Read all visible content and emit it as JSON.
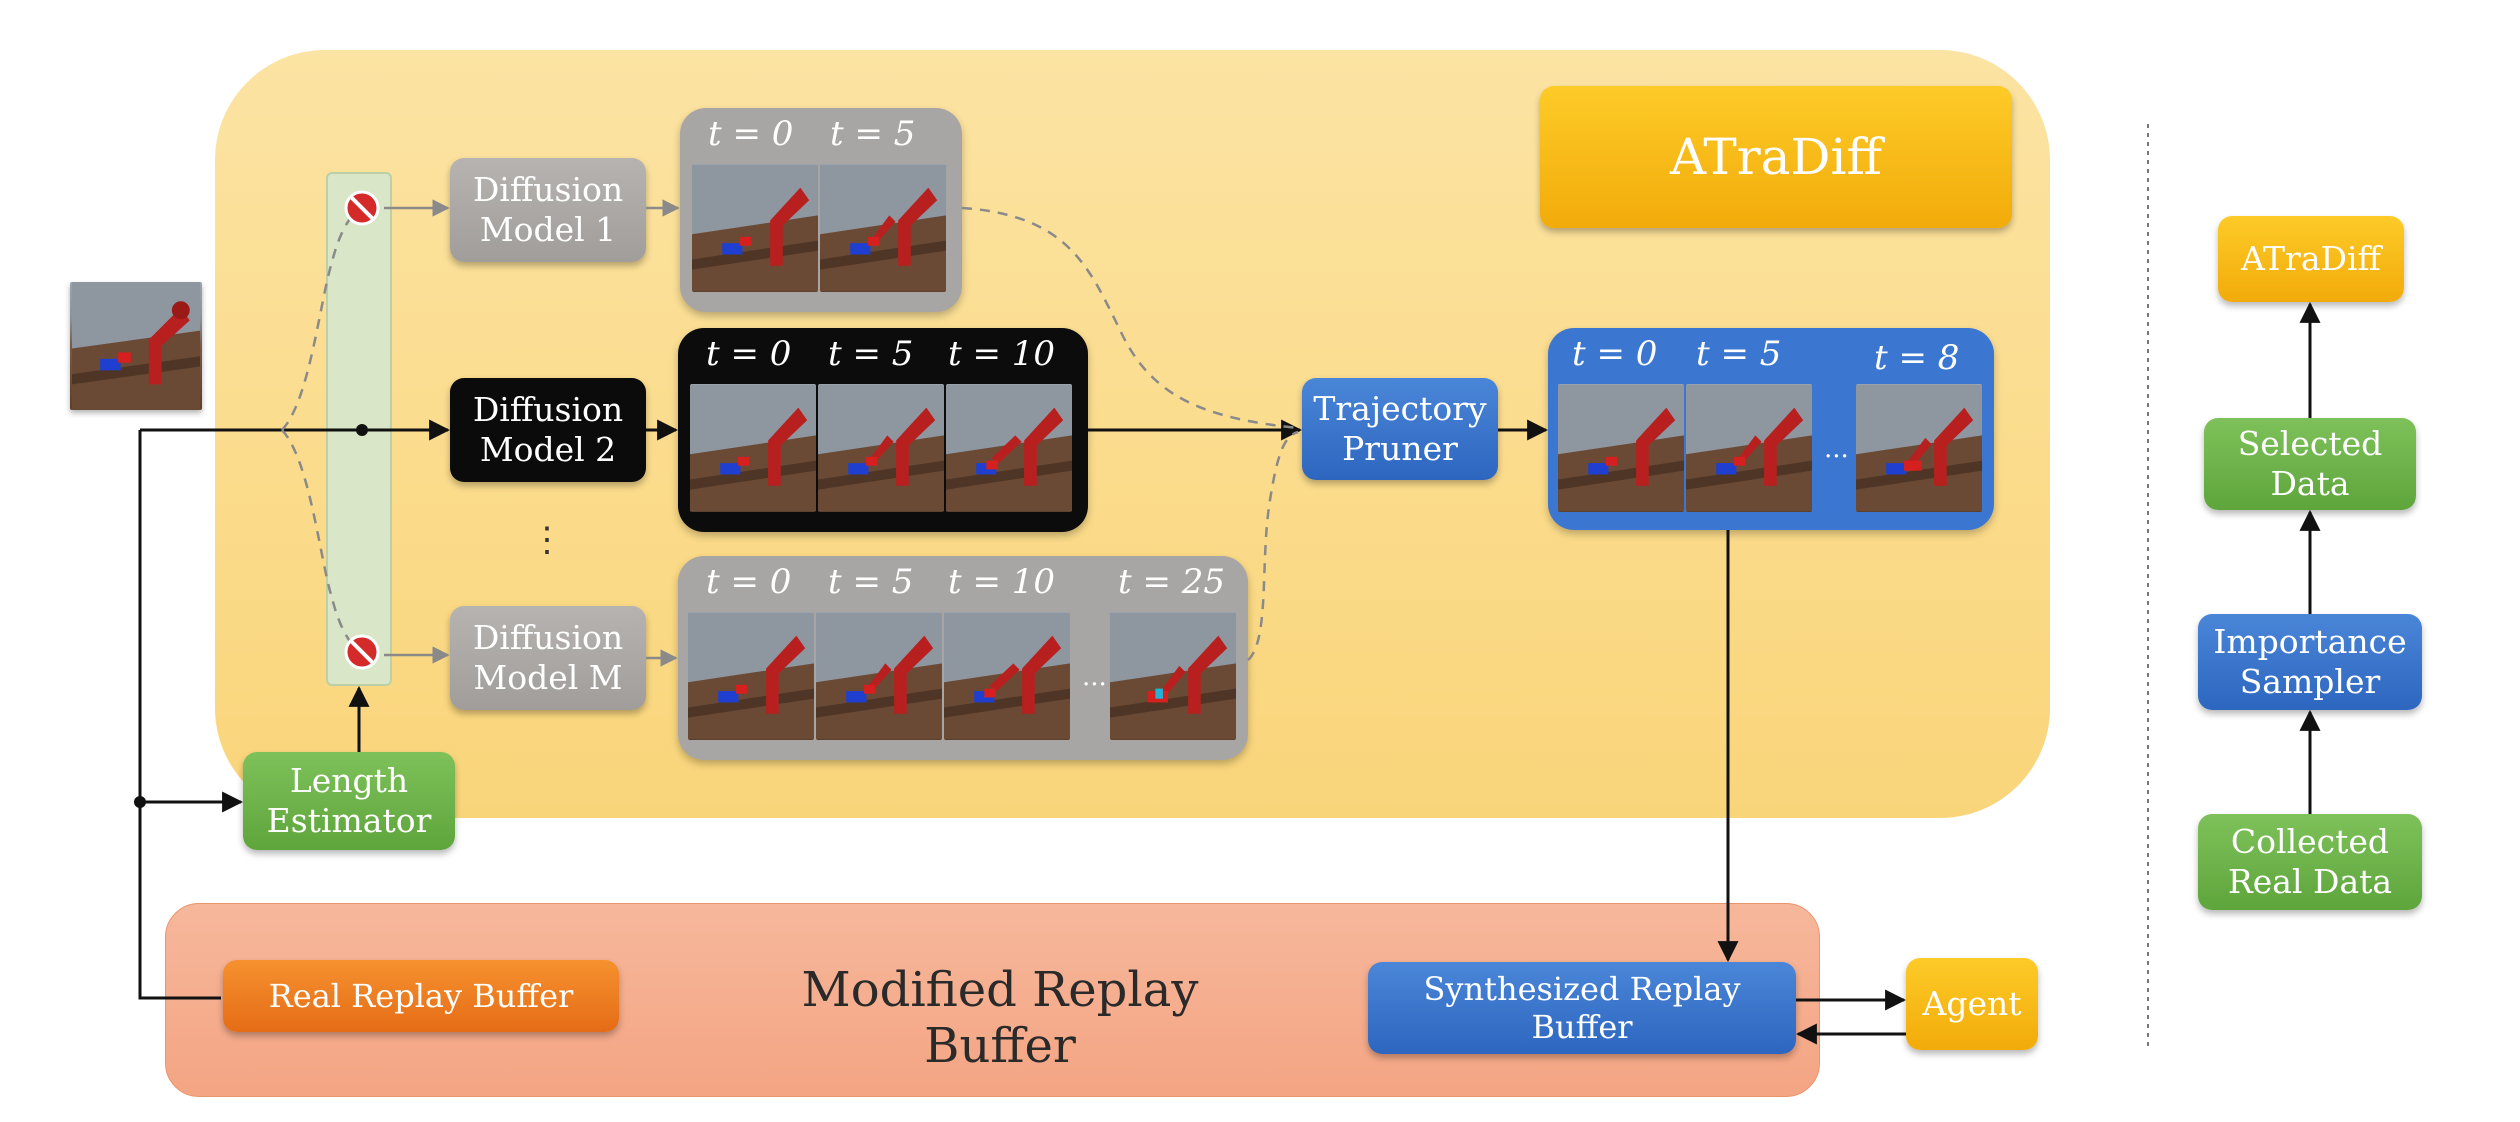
{
  "main_title": "ATraDiff",
  "models": [
    {
      "label": "Diffusion\nModel 1",
      "blocked": true
    },
    {
      "label": "Diffusion\nModel 2",
      "blocked": false
    },
    {
      "label": "Diffusion\nModel M",
      "blocked": true
    }
  ],
  "model_ellipsis": "⋮",
  "length_estimator": "Length\nEstimator",
  "trajectory_pruner": "Trajectory\nPruner",
  "trajectories": [
    {
      "times": [
        "t = 0",
        "t = 5"
      ]
    },
    {
      "times": [
        "t = 0",
        "t = 5",
        "t = 10"
      ]
    },
    {
      "times": [
        "t = 0",
        "t = 5",
        "t = 10",
        "t = 25"
      ],
      "ellipsis": "..."
    }
  ],
  "selected_trajectory": {
    "times": [
      "t = 0",
      "t = 5",
      "t = 8"
    ],
    "ellipsis": "..."
  },
  "replay": {
    "title": "Modified Replay Buffer",
    "real": "Real Replay Buffer",
    "synthesized": "Synthesized Replay\nBuffer",
    "agent": "Agent"
  },
  "side_flow": {
    "top": "ATraDiff",
    "selected": "Selected\nData",
    "sampler": "Importance\nSampler",
    "collected": "Collected\nReal Data"
  },
  "colors": {
    "region": "#fbdc8c",
    "buffer_region": "#f4a583",
    "gray": "#a8a6a4",
    "blue": "#3b76d0",
    "green": "#5ea53c",
    "orange": "#e56c16",
    "gold": "#f2ab0a",
    "blocked": "#d42a2a"
  }
}
